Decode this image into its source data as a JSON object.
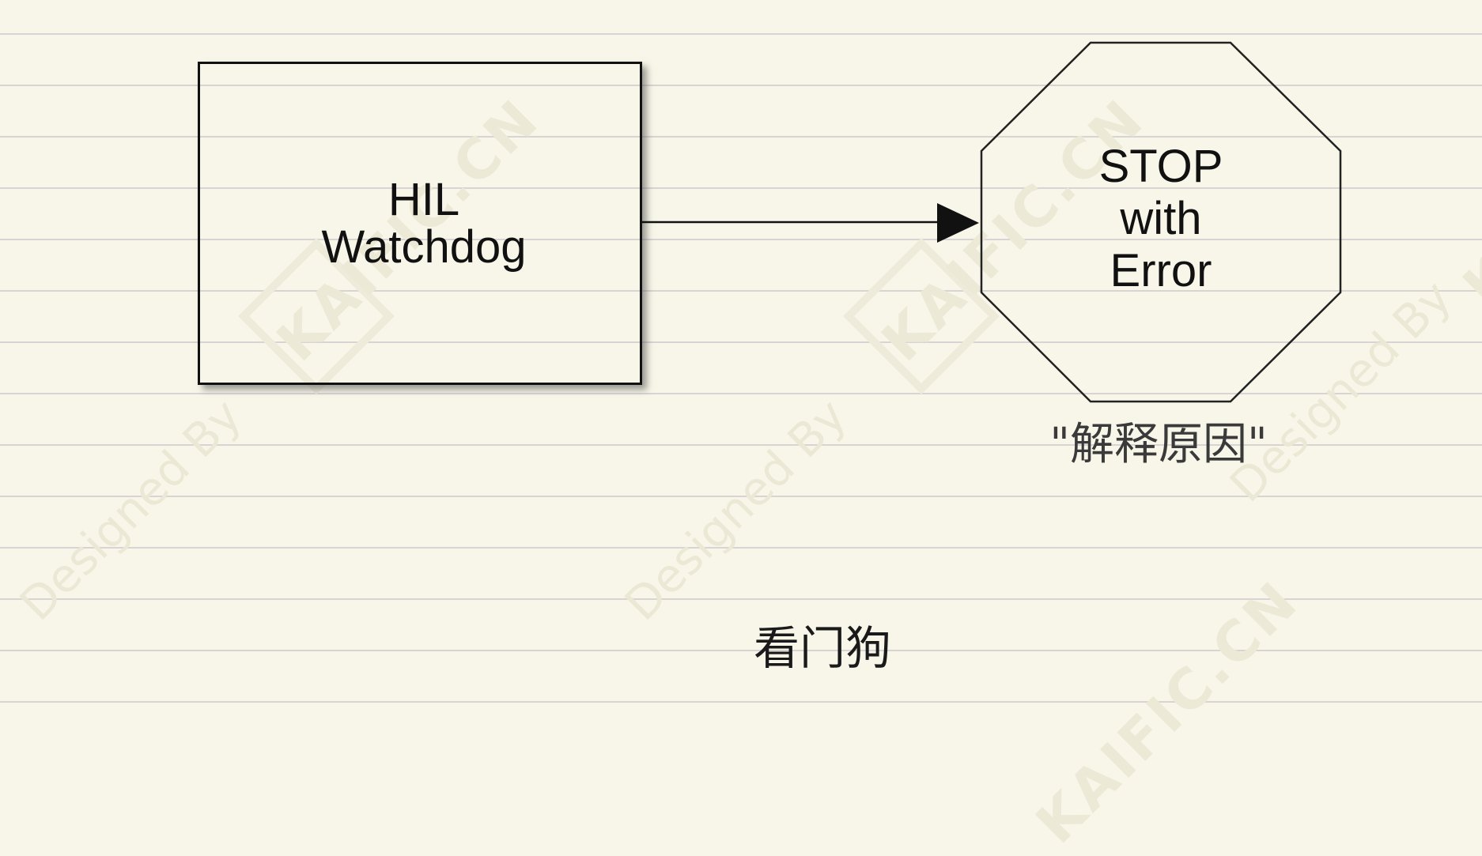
{
  "diagram": {
    "title": "看门狗",
    "nodes": [
      {
        "id": "hil-watchdog",
        "shape": "rectangle",
        "lines": [
          "HIL",
          "Watchdog"
        ]
      },
      {
        "id": "stop-with-error",
        "shape": "octagon",
        "lines": [
          "STOP",
          "with",
          "Error"
        ],
        "caption": "\"解释原因\""
      }
    ],
    "edges": [
      {
        "from": "hil-watchdog",
        "to": "stop-with-error",
        "style": "solid-arrow"
      }
    ]
  },
  "watermark": {
    "designed_by": "Designed By",
    "logo": "KAIFIC.CN"
  },
  "colors": {
    "background": "#F8F6E8",
    "ruled_line": "#D7D4D3",
    "stroke": "#111111",
    "watermark": "#EBE8D6"
  }
}
